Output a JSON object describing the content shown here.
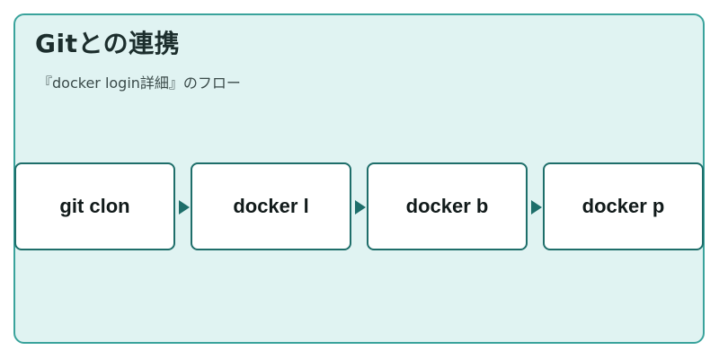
{
  "panel": {
    "title": "Gitとの連携",
    "subtitle": "『docker login詳細』のフロー"
  },
  "steps": [
    {
      "label": "git clon"
    },
    {
      "label": "docker l"
    },
    {
      "label": "docker b"
    },
    {
      "label": "docker p"
    }
  ],
  "colors": {
    "panel_background": "#e0f3f2",
    "panel_border": "#3aa39c",
    "step_border": "#1e6e6a",
    "arrow": "#1e6e6a"
  }
}
